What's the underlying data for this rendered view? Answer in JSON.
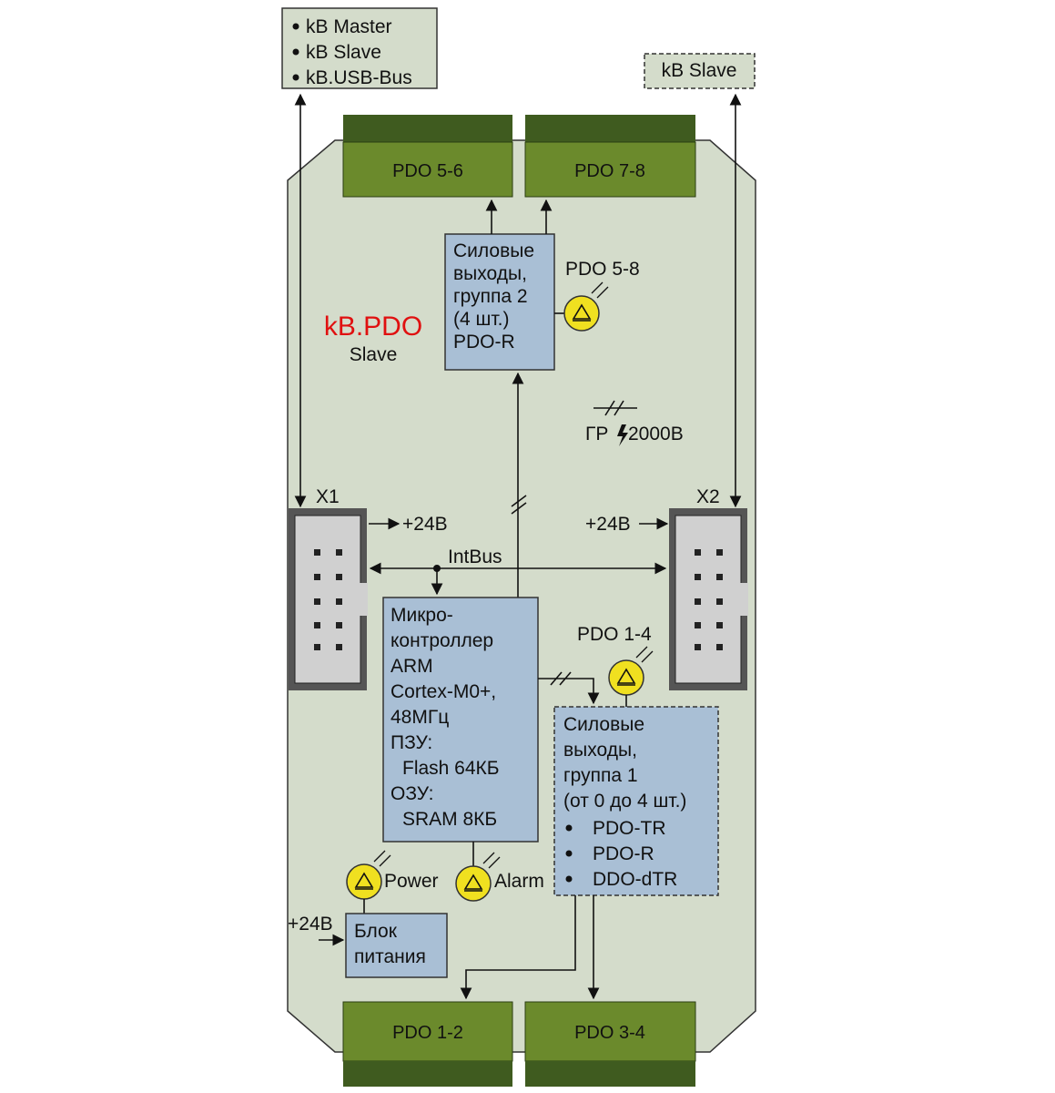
{
  "top_left_box": {
    "items": [
      "kB Master",
      "kB Slave",
      "kB.USB-Bus"
    ]
  },
  "top_right_box": {
    "label": "kB Slave"
  },
  "module": {
    "name": "kB.PDO",
    "role": "Slave"
  },
  "connectors": {
    "top": [
      "PDO 5-6",
      "PDO 7-8"
    ],
    "bottom": [
      "PDO 1-2",
      "PDO 3-4"
    ]
  },
  "group2": {
    "lines": [
      "Силовые",
      "выходы,",
      "группа 2",
      "(4 шт.)",
      "PDO-R"
    ],
    "led_label": "PDO 5-8"
  },
  "isolation": {
    "label": "ГР",
    "value": "2000В"
  },
  "x1": {
    "label": "X1",
    "power": "+24В"
  },
  "x2": {
    "label": "X2",
    "power": "+24В"
  },
  "bus": {
    "label": "IntBus"
  },
  "mcu": {
    "lines": [
      "Микро-",
      "контроллер",
      "ARM",
      "Cortex-M0+,",
      "48МГц",
      "ПЗУ:",
      "Flash 64КБ",
      "ОЗУ:",
      "SRAM 8КБ"
    ]
  },
  "group1": {
    "lines": [
      "Силовые",
      "выходы,",
      "группа 1",
      "(от 0 до 4 шт.)"
    ],
    "bullets": [
      "PDO-TR",
      "PDO-R",
      "DDO-dTR"
    ],
    "led_label": "PDO 1-4"
  },
  "leds": {
    "power": "Power",
    "alarm": "Alarm"
  },
  "psu": {
    "input": "+24В",
    "lines": [
      "Блок",
      "питания"
    ]
  },
  "colors": {
    "board": "#d4dccb",
    "block": "#a9bfd5",
    "connector_dark": "#3f5b1f",
    "connector": "#6b8a2c",
    "led": "#f0e020",
    "module_name": "#e01010"
  }
}
